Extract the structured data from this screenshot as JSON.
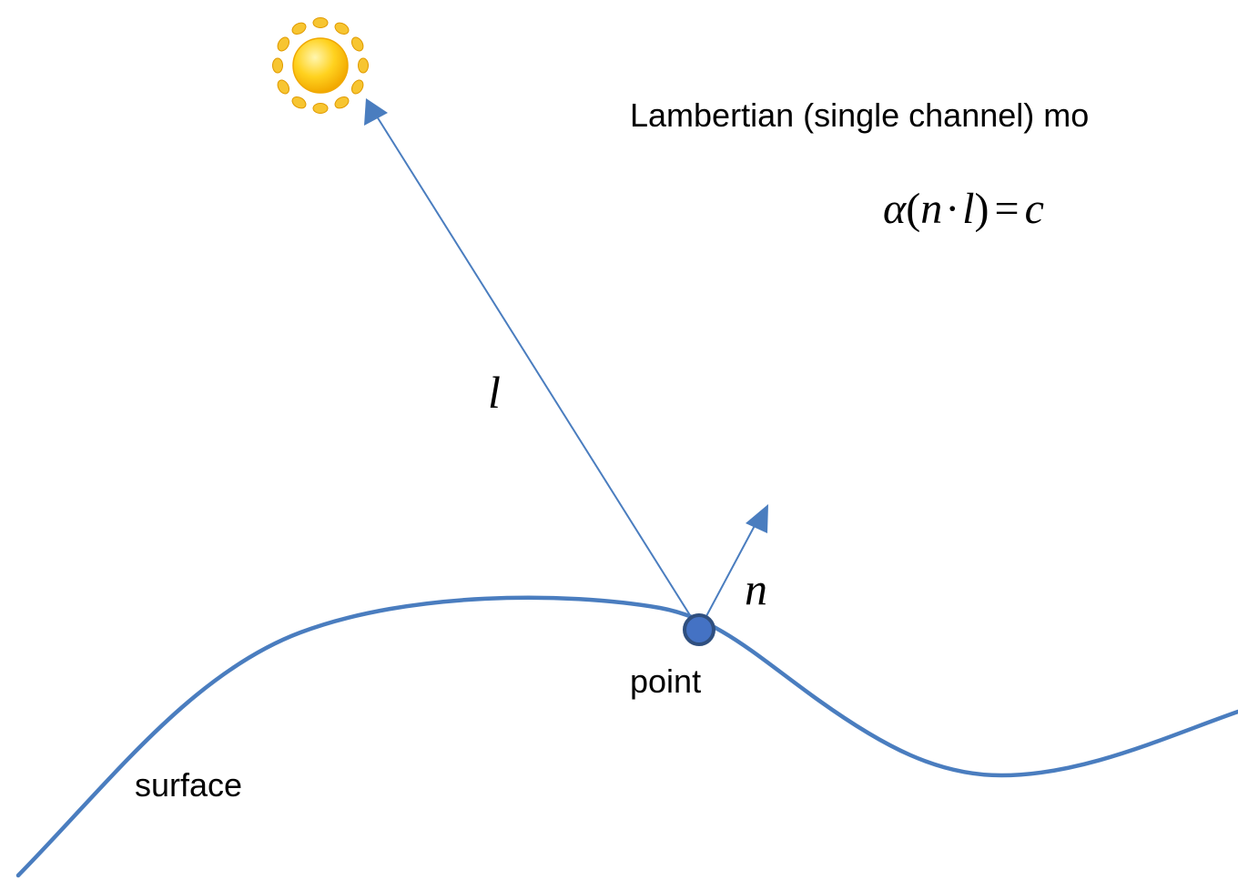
{
  "title": "Lambertian (single channel) mo",
  "equation": {
    "alpha": "α",
    "open_paren": "(",
    "n": "n",
    "dot": "·",
    "l": "l",
    "close_paren": ")",
    "equals": "=",
    "c": "c"
  },
  "labels": {
    "l": "l",
    "n": "n",
    "point": "point",
    "surface": "surface"
  },
  "colors": {
    "vector": "#4a7dbf",
    "surface": "#4a7dbf",
    "point_fill": "#4472c4",
    "point_stroke": "#2f4f7f",
    "sun_core": "#f4b400",
    "sun_rays": "#f7c531"
  },
  "icons": {
    "light_source": "sun-icon"
  }
}
